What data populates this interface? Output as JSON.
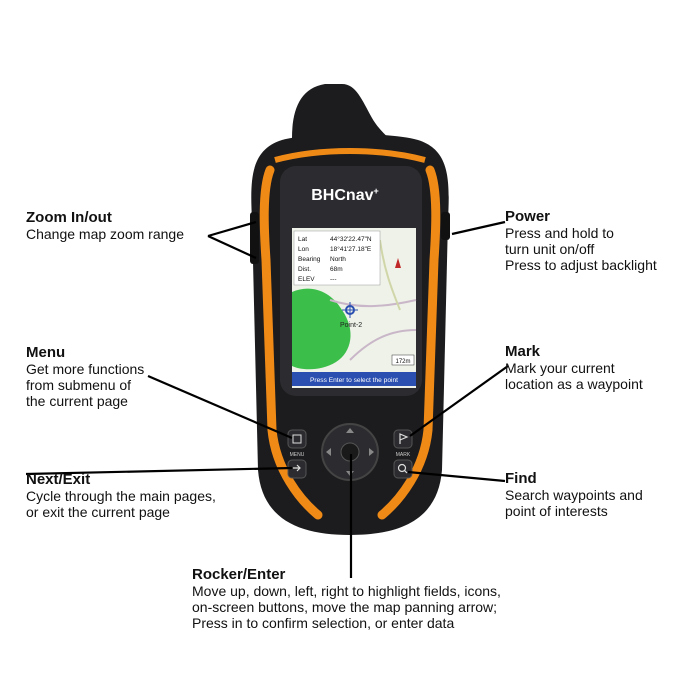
{
  "brand": "BHCnav",
  "brand_mark": "+",
  "screen": {
    "rows": [
      {
        "label": "Lat",
        "value": "44°32'22.47\"N"
      },
      {
        "label": "Lon",
        "value": "18°41'27.18\"E"
      },
      {
        "label": "Bearing",
        "value": "North"
      },
      {
        "label": "Dist.",
        "value": "68m"
      },
      {
        "label": "ELEV",
        "value": "---"
      }
    ],
    "point_label": "Point-2",
    "scale": "172m",
    "status": "Press Enter to select the point"
  },
  "buttons": {
    "menu": "MENU",
    "mark": "MARK"
  },
  "callouts": {
    "zoom": {
      "title": "Zoom In/out",
      "desc": "Change map zoom range"
    },
    "power": {
      "title": "Power",
      "desc": "Press and hold to\nturn unit on/off\nPress to adjust backlight"
    },
    "menu": {
      "title": "Menu",
      "desc": "Get more functions\nfrom submenu of\nthe current page"
    },
    "mark": {
      "title": "Mark",
      "desc": "Mark your current\nlocation as a waypoint"
    },
    "next": {
      "title": "Next/Exit",
      "desc": "Cycle through the main pages,\nor exit the current page"
    },
    "find": {
      "title": "Find",
      "desc": "Search waypoints and\npoint of interests"
    },
    "rocker": {
      "title": "Rocker/Enter",
      "desc": "Move up, down, left, right to highlight fields, icons,\non-screen buttons, move the map panning arrow;\nPress in to confirm selection, or enter data"
    }
  },
  "colors": {
    "body": "#1c1c1e",
    "accent": "#f08a17",
    "map_green": "#3bbf4a",
    "status_bar": "#2a4fb0"
  }
}
